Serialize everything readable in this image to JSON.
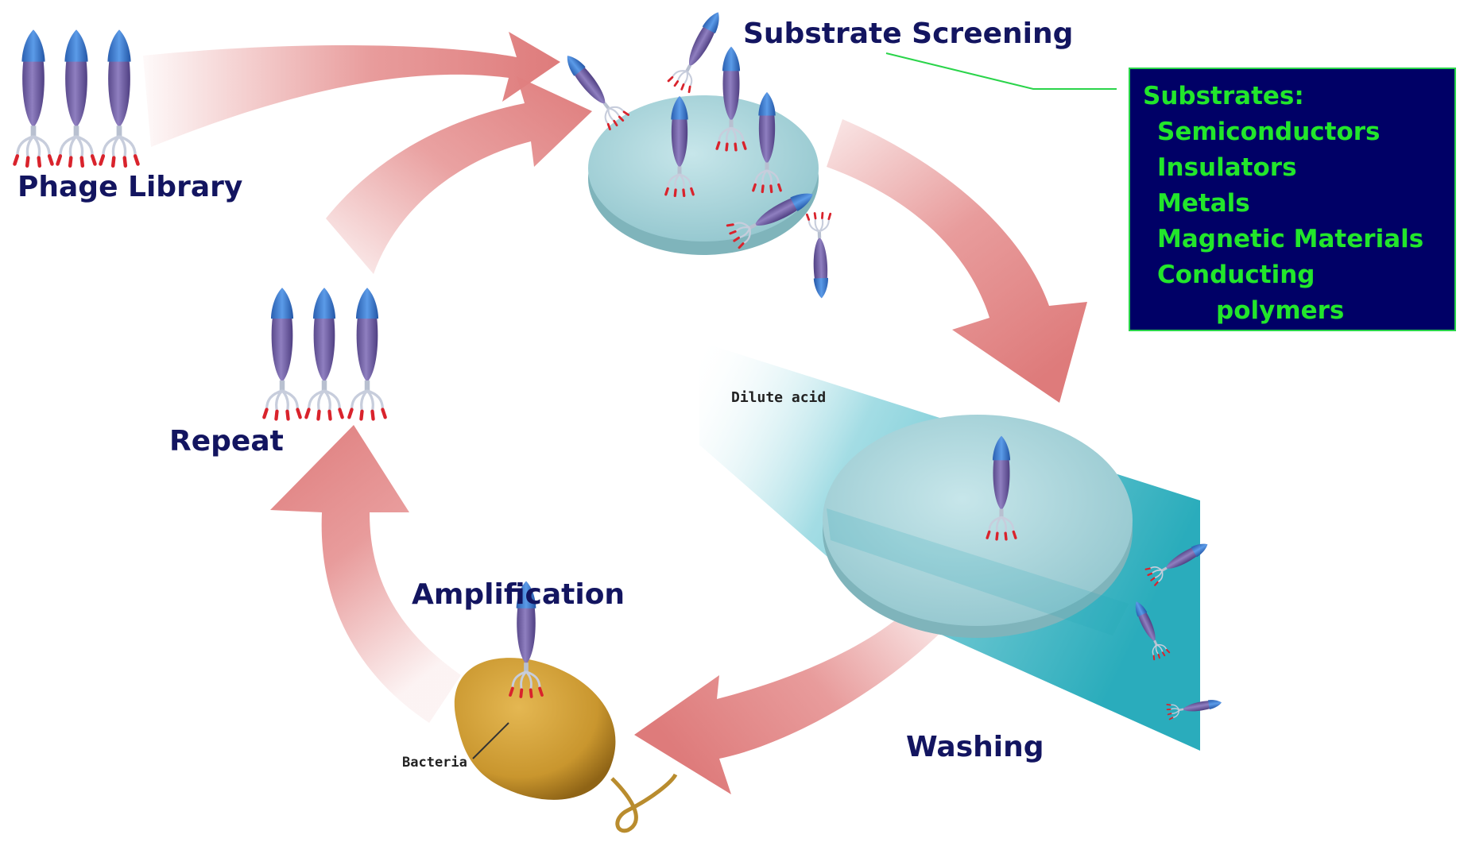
{
  "labels": {
    "phage_library": "Phage Library",
    "substrate_screening": "Substrate Screening",
    "repeat": "Repeat",
    "amplification": "Amplification",
    "washing": "Washing",
    "dilute_acid": "Dilute acid",
    "bacteria": "Bacteria"
  },
  "substrates_box": {
    "title": "Substrates:",
    "items": [
      "Semiconductors",
      "Insulators",
      "Metals",
      "Magnetic Materials",
      "Conducting",
      "polymers"
    ]
  },
  "colors": {
    "label_navy": "#131560",
    "box_background": "#000066",
    "box_text_green": "#22e62b",
    "arrow_pink": "#e48a8a",
    "disk_blue": "#a9d5db",
    "liquid_teal": "#1fa8b8",
    "phage_purple": "#7c6aab",
    "phage_tip_blue": "#3e7fd6",
    "tail_red": "#d9232c",
    "bacteria_gold": "#c9962e"
  }
}
